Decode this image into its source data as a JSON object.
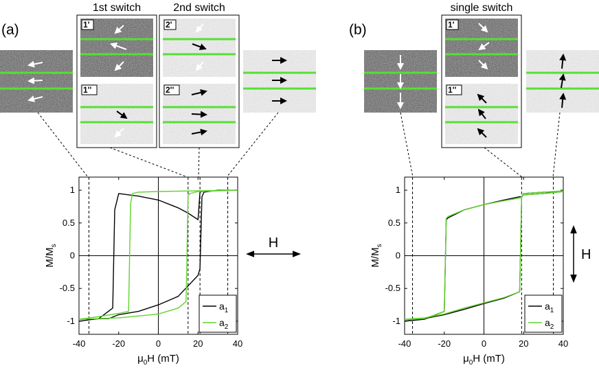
{
  "panels": {
    "a": {
      "letter": "(a)",
      "group_labels": [
        "1st switch",
        "2nd switch"
      ],
      "image_tags": [
        "1'",
        "1''",
        "2'",
        "2''"
      ],
      "field_direction": "horizontal"
    },
    "b": {
      "letter": "(b)",
      "group_labels": [
        "single switch"
      ],
      "image_tags": [
        "1'",
        "1''"
      ],
      "field_direction": "vertical"
    }
  },
  "field_label": "H",
  "colors": {
    "a1": "#000000",
    "a2": "#5fd32b",
    "stripe": "#55e033",
    "dark_domain": "#2a2a2a",
    "light_domain": "#c8c8c8"
  },
  "chart_data": [
    {
      "type": "line",
      "panel": "(a)",
      "xlabel": "μ0H (mT)",
      "ylabel": "M/Ms",
      "xlim": [
        -40,
        40
      ],
      "ylim": [
        -1.2,
        1.2
      ],
      "xticks": [
        -40,
        -20,
        0,
        20,
        40
      ],
      "yticks": [
        -1,
        -0.5,
        0,
        0.5,
        1
      ],
      "ytick_labels": [
        "-1",
        "-0.5",
        "0",
        "0.5",
        "1"
      ],
      "marker_lines_x": [
        -35,
        15,
        21,
        35
      ],
      "legend": {
        "placement": "bottom-right"
      },
      "series": [
        {
          "name": "a1",
          "branches": [
            {
              "x": [
                40,
                25,
                22,
                21,
                20,
                15,
                10,
                0,
                -10,
                -20,
                -22,
                -23,
                -30,
                -40
              ],
              "y": [
                1.0,
                0.99,
                0.98,
                0.97,
                0.55,
                0.65,
                0.73,
                0.85,
                0.91,
                0.95,
                0.7,
                -0.8,
                -0.96,
                -1.0
              ]
            },
            {
              "x": [
                -40,
                -25,
                -20,
                -10,
                0,
                10,
                20,
                21,
                22,
                23,
                30,
                40
              ],
              "y": [
                -0.97,
                -0.96,
                -0.9,
                -0.85,
                -0.75,
                -0.62,
                -0.3,
                -0.2,
                0.9,
                0.97,
                1.0,
                1.0
              ]
            }
          ]
        },
        {
          "name": "a2",
          "branches": [
            {
              "x": [
                40,
                20,
                0,
                -10,
                -13,
                -14,
                -15,
                -20,
                -30,
                -40
              ],
              "y": [
                1.0,
                0.99,
                0.98,
                0.97,
                0.95,
                0.8,
                -0.85,
                -0.88,
                -0.93,
                -0.97
              ]
            },
            {
              "x": [
                -40,
                -20,
                -10,
                0,
                10,
                14,
                15,
                16,
                20,
                40
              ],
              "y": [
                -0.97,
                -0.95,
                -0.92,
                -0.89,
                -0.8,
                -0.7,
                0.92,
                0.95,
                0.98,
                1.0
              ]
            }
          ]
        }
      ]
    },
    {
      "type": "line",
      "panel": "(b)",
      "xlabel": "μ0H (mT)",
      "ylabel": "M/Ms",
      "xlim": [
        -40,
        40
      ],
      "ylim": [
        -1.2,
        1.2
      ],
      "xticks": [
        -40,
        -20,
        0,
        20,
        40
      ],
      "yticks": [
        -1,
        -0.5,
        0,
        0.5,
        1
      ],
      "ytick_labels": [
        "-1",
        "-0.5",
        "0",
        "0.5",
        "1"
      ],
      "marker_lines_x": [
        -36,
        19,
        35
      ],
      "legend": {
        "placement": "bottom-right"
      },
      "series": [
        {
          "name": "a1",
          "branches": [
            {
              "x": [
                40,
                30,
                20,
                19,
                18,
                10,
                0,
                -10,
                -18,
                -19,
                -20,
                -30,
                -40
              ],
              "y": [
                0.98,
                0.95,
                0.93,
                0.9,
                0.9,
                0.85,
                0.78,
                0.7,
                0.58,
                0.55,
                -0.85,
                -0.97,
                -1.0
              ]
            },
            {
              "x": [
                -40,
                -30,
                -20,
                -10,
                0,
                10,
                18,
                19,
                20,
                30,
                40
              ],
              "y": [
                -0.98,
                -0.96,
                -0.9,
                -0.82,
                -0.73,
                -0.65,
                -0.55,
                0.9,
                0.95,
                0.97,
                0.98
              ]
            }
          ]
        },
        {
          "name": "a2",
          "branches": [
            {
              "x": [
                40,
                30,
                20,
                19,
                18,
                10,
                0,
                -10,
                -18,
                -19,
                -20,
                -30,
                -40
              ],
              "y": [
                0.98,
                0.95,
                0.93,
                0.9,
                0.88,
                0.84,
                0.78,
                0.7,
                0.6,
                0.57,
                -0.85,
                -0.96,
                -0.98
              ]
            },
            {
              "x": [
                -40,
                -30,
                -20,
                -10,
                0,
                10,
                18,
                19,
                20,
                30,
                40
              ],
              "y": [
                -0.97,
                -0.95,
                -0.89,
                -0.8,
                -0.72,
                -0.64,
                -0.55,
                0.9,
                0.95,
                0.97,
                0.99
              ]
            }
          ]
        }
      ]
    }
  ]
}
